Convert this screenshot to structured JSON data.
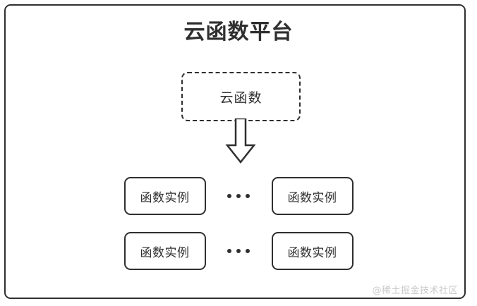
{
  "diagram": {
    "title": "云函数平台",
    "stroke_color": "#2f2f2f",
    "background_color": "#ffffff",
    "watermark": "@稀土掘金技术社区",
    "watermark_color": "#c9c9c9",
    "cloud_function": {
      "label": "云函数",
      "border_style": "dashed"
    },
    "arrow": {
      "direction": "down",
      "style": "block-outline"
    },
    "ellipsis": "...",
    "rows": [
      {
        "left": {
          "label": "函数实例"
        },
        "separator": "...",
        "right": {
          "label": "函数实例"
        }
      },
      {
        "left": {
          "label": "函数实例"
        },
        "separator": "...",
        "right": {
          "label": "函数实例"
        }
      }
    ]
  }
}
